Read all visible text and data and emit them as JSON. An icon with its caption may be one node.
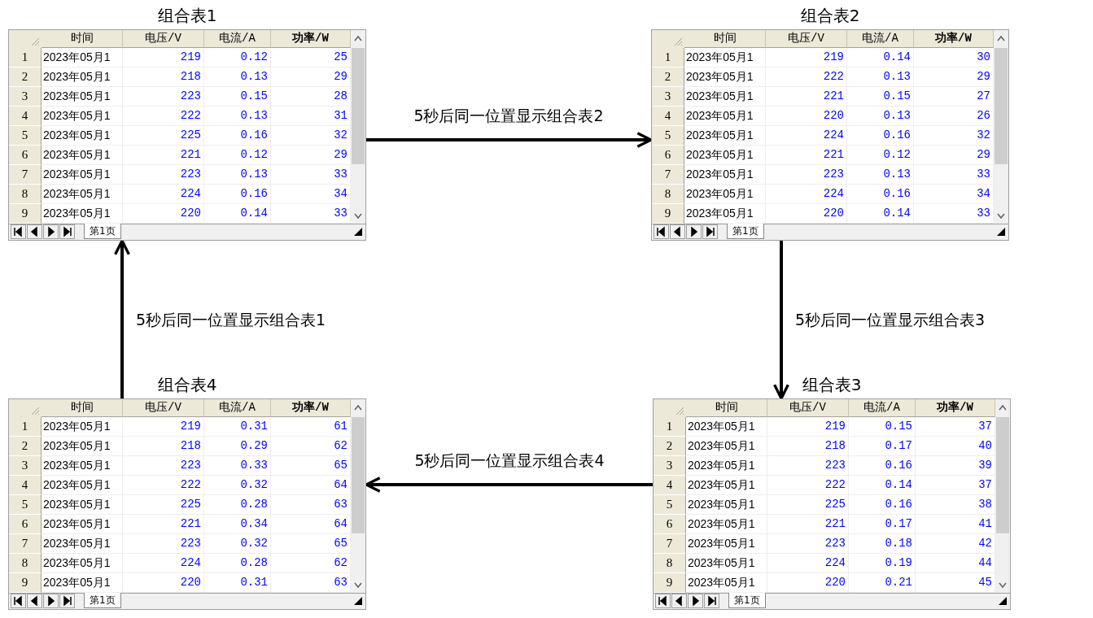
{
  "diagram": {
    "nodes": [
      {
        "text": [
          "组合表1",
          "时间",
          "电压/V",
          "电流/A",
          "功率/W",
          "1",
          "2023年05月1",
          "219",
          "0.12",
          "25",
          "2",
          "2023年05月1",
          "218",
          "0.13",
          "29",
          "3",
          "2023年05月1",
          "223",
          "0.15",
          "28",
          "4",
          "2023年05月1",
          "222",
          "0.13",
          "31",
          "5",
          "2023年05月1",
          "225",
          "0.16",
          "32",
          "6",
          "2023年05月1",
          "221",
          "0.12",
          "29",
          "7",
          "2023年05月1",
          "223",
          "0.13",
          "33",
          "8",
          "2023年05月1",
          "224",
          "0.16",
          "34",
          "9",
          "2023年05月1",
          "220",
          "0.14",
          "33",
          "第1页"
        ]
      },
      {
        "text": [
          "组合表2",
          "时间",
          "电压/V",
          "电流/A",
          "功率/W",
          "1",
          "2023年05月1",
          "219",
          "0.14",
          "30",
          "2",
          "2023年05月1",
          "222",
          "0.13",
          "29",
          "3",
          "2023年05月1",
          "221",
          "0.15",
          "27",
          "4",
          "2023年05月1",
          "220",
          "0.13",
          "26",
          "5",
          "2023年05月1",
          "224",
          "0.16",
          "32",
          "6",
          "2023年05月1",
          "221",
          "0.12",
          "29",
          "7",
          "2023年05月1",
          "223",
          "0.13",
          "33",
          "8",
          "2023年05月1",
          "224",
          "0.16",
          "34",
          "9",
          "2023年05月1",
          "220",
          "0.14",
          "33",
          "第1页"
        ]
      },
      {
        "text": [
          "组合表4",
          "时间",
          "电压/V",
          "电流/A",
          "功率/W",
          "1",
          "2023年05月1",
          "219",
          "0.31",
          "61",
          "2",
          "2023年05月1",
          "218",
          "0.29",
          "62",
          "3",
          "2023年05月1",
          "223",
          "0.33",
          "65",
          "4",
          "2023年05月1",
          "222",
          "0.32",
          "64",
          "5",
          "2023年05月1",
          "225",
          "0.28",
          "63",
          "6",
          "2023年05月1",
          "221",
          "0.34",
          "64",
          "7",
          "2023年05月1",
          "223",
          "0.32",
          "65",
          "8",
          "2023年05月1",
          "224",
          "0.28",
          "62",
          "9",
          "2023年05月1",
          "220",
          "0.31",
          "63",
          "第1页"
        ]
      },
      {
        "text": [
          "组合表3",
          "时间",
          "电压/V",
          "电流/A",
          "功率/W",
          "1",
          "2023年05月1",
          "219",
          "0.15",
          "37",
          "2",
          "2023年05月1",
          "218",
          "0.17",
          "40",
          "3",
          "2023年05月1",
          "223",
          "0.16",
          "39",
          "4",
          "2023年05月1",
          "222",
          "0.14",
          "37",
          "5",
          "2023年05月1",
          "225",
          "0.16",
          "38",
          "6",
          "2023年05月1",
          "221",
          "0.17",
          "41",
          "7",
          "2023年05月1",
          "223",
          "0.18",
          "42",
          "8",
          "2023年05月1",
          "224",
          "0.19",
          "44",
          "9",
          "2023年05月1",
          "220",
          "0.21",
          "45",
          "第1页"
        ]
      }
    ],
    "edges": [
      {
        "from": 0,
        "to": 1,
        "arrow": "to",
        "label": "5秒后同一位置显示组合表2"
      },
      {
        "from": 1,
        "to": 3,
        "arrow": "to",
        "label": "5秒后同一位置显示组合表3"
      },
      {
        "from": 3,
        "to": 2,
        "arrow": "to",
        "label": "5秒后同一位置显示组合表4"
      },
      {
        "from": 2,
        "to": 0,
        "arrow": "to",
        "label": "5秒后同一位置显示组合表1"
      }
    ]
  }
}
